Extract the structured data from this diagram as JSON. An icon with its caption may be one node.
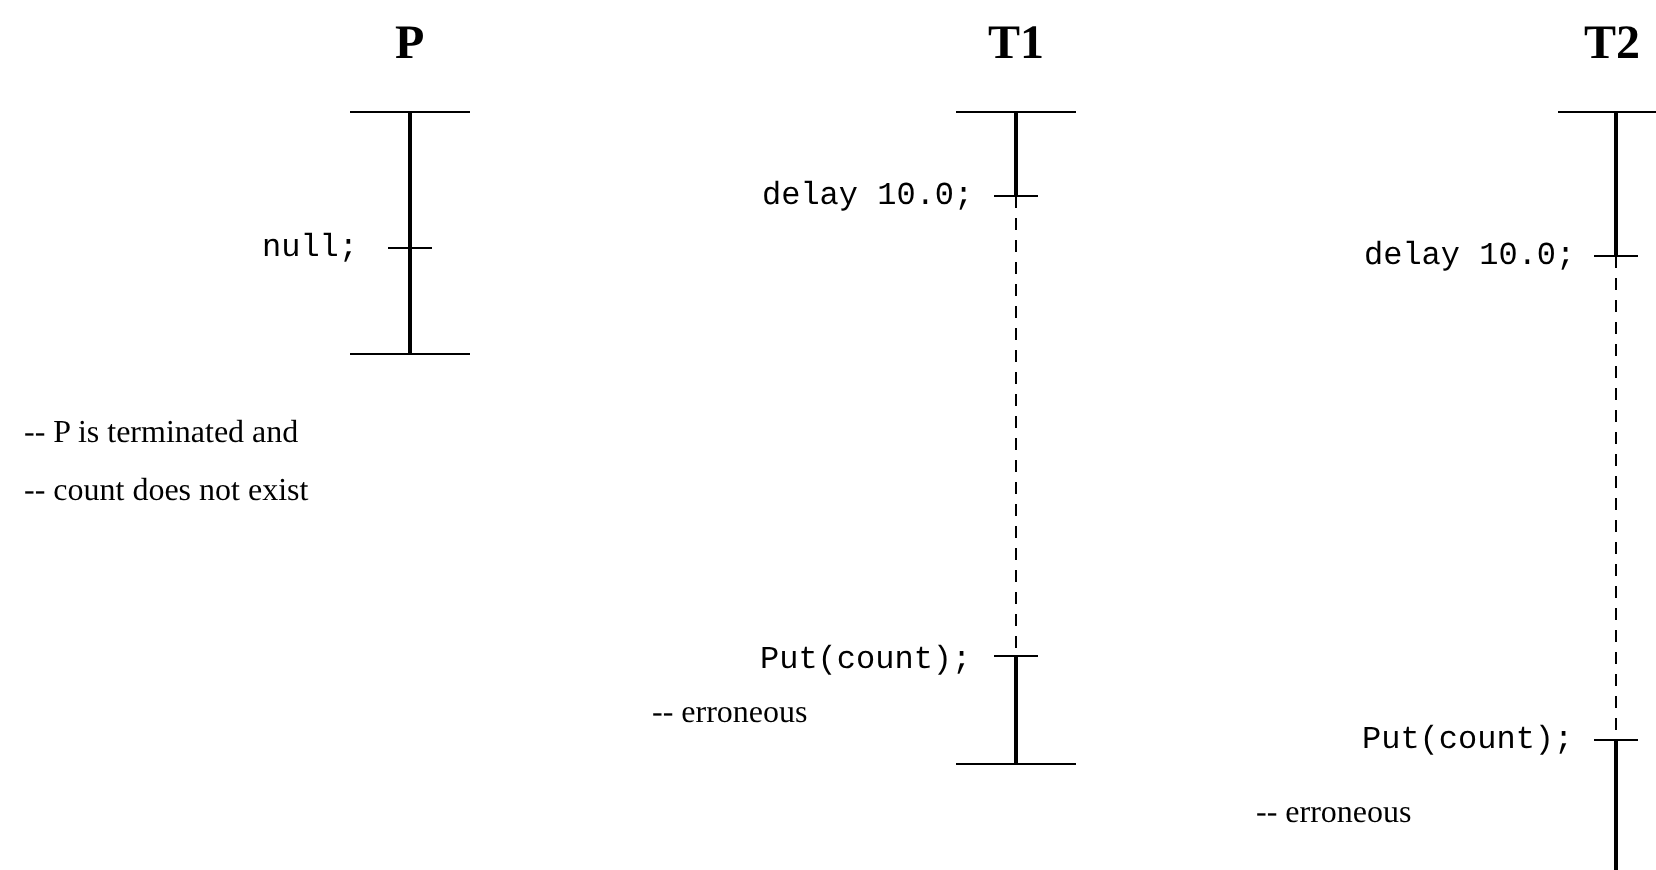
{
  "diagram": {
    "labels": [
      "P",
      "T1",
      "T2",
      "delay 10.0;",
      "null;",
      "delay 10.0;",
      "-- P is terminated and",
      "-- count does not exist",
      "Put(count);",
      "-- erroneous",
      "Put(count);",
      "-- erroneous"
    ]
  }
}
